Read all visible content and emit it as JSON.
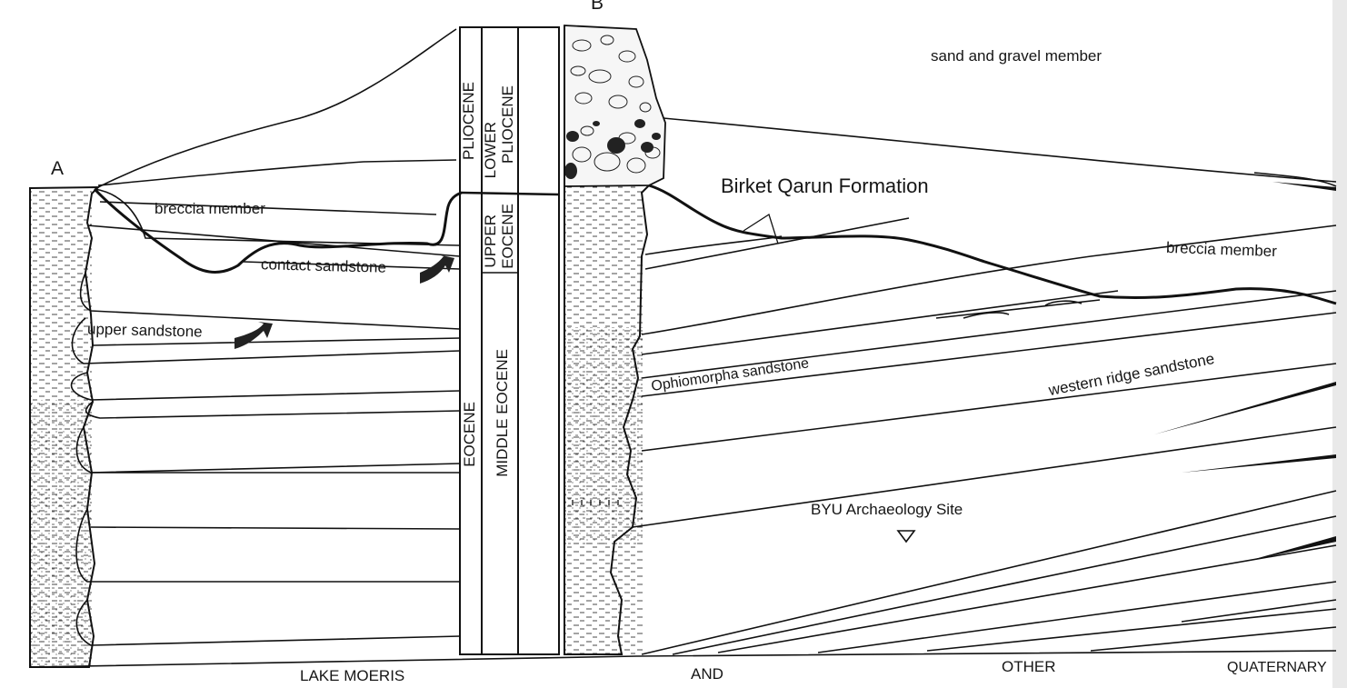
{
  "column_labels": {
    "a": "A",
    "b": "B"
  },
  "units": {
    "sand_gravel": "sand and gravel member",
    "birket_qarun": "Birket Qarun Formation",
    "breccia_left": "breccia member",
    "breccia_right": "breccia member",
    "contact_sandstone": "contact sandstone",
    "upper_sandstone": "upper sandstone",
    "ophiomorpha_sandstone": "Ophiomorpha sandstone",
    "western_ridge_sandstone": "western ridge sandstone",
    "byu_site": "BYU Archaeology Site"
  },
  "time_columns": {
    "pliocene": "PLIOCENE",
    "lower_pliocene_1": "LOWER",
    "lower_pliocene_2": "PLIOCENE",
    "eocene": "EOCENE",
    "upper_eocene_1": "UPPER",
    "upper_eocene_2": "EOCENE",
    "middle_eocene": "MIDDLE EOCENE"
  },
  "caption": {
    "part1": "LAKE MOERIS",
    "part2": "AND",
    "part3": "OTHER",
    "part4": "QUATERNARY"
  }
}
